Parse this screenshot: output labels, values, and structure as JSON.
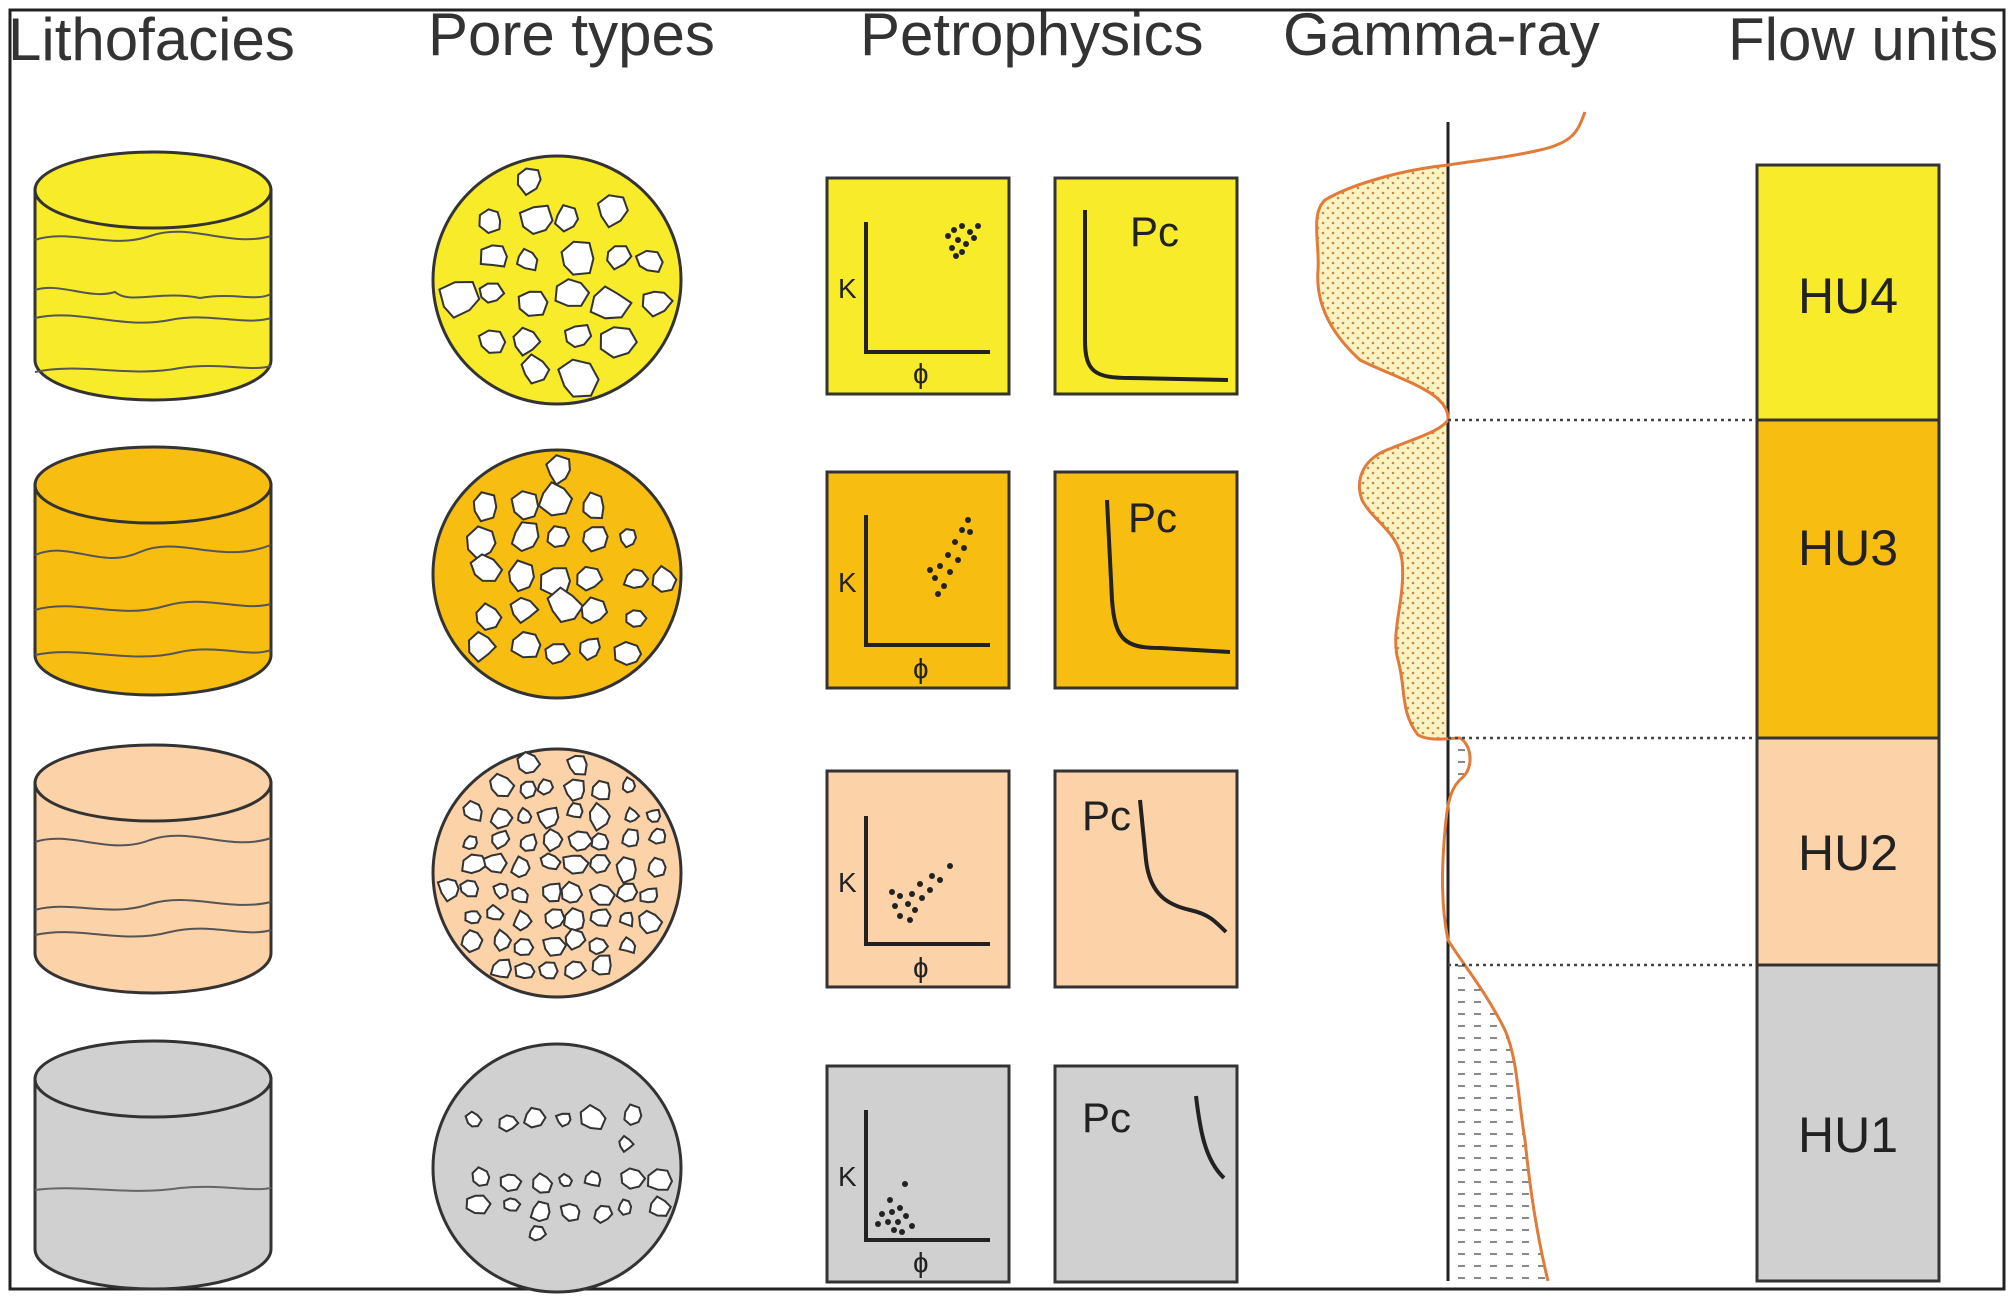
{
  "titles": {
    "lithofacies": "Lithofacies",
    "pore_types": "Pore types",
    "petrophysics": "Petrophysics",
    "gamma_ray": "Gamma-ray",
    "flow_units": "Flow units"
  },
  "petro_labels": {
    "k_axis": "K",
    "phi_axis": "ɸ",
    "pc_label": "Pc"
  },
  "flow_units": [
    {
      "label": "HU4",
      "color": "#f7eb2a"
    },
    {
      "label": "HU3",
      "color": "#f7bd10"
    },
    {
      "label": "HU2",
      "color": "#fcd2a8"
    },
    {
      "label": "HU1",
      "color": "#d0d0d0"
    }
  ],
  "colors": {
    "yellow": "#f7eb2a",
    "gold": "#f7bd10",
    "peach": "#fcd2a8",
    "gray": "#d0d0d0",
    "gamma_curve": "#e07b39",
    "sand_fill": "#fbf3c4"
  }
}
